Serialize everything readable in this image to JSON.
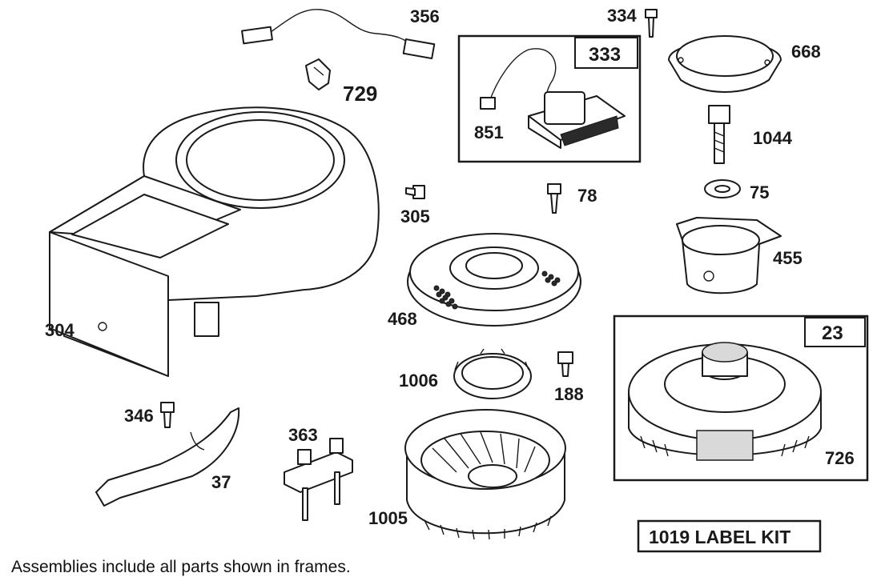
{
  "diagram": {
    "part_numbers": {
      "p356": "356",
      "p729": "729",
      "p334": "334",
      "p668": "668",
      "p333": "333",
      "p851": "851",
      "p1044": "1044",
      "p75": "75",
      "p305": "305",
      "p78": "78",
      "p455": "455",
      "p304": "304",
      "p468": "468",
      "p23": "23",
      "p1006": "1006",
      "p188": "188",
      "p346": "346",
      "p363": "363",
      "p37": "37",
      "p726": "726",
      "p1005": "1005"
    },
    "label_kit": "1019 LABEL KIT",
    "footnote": "Assemblies include all parts shown in frames."
  }
}
